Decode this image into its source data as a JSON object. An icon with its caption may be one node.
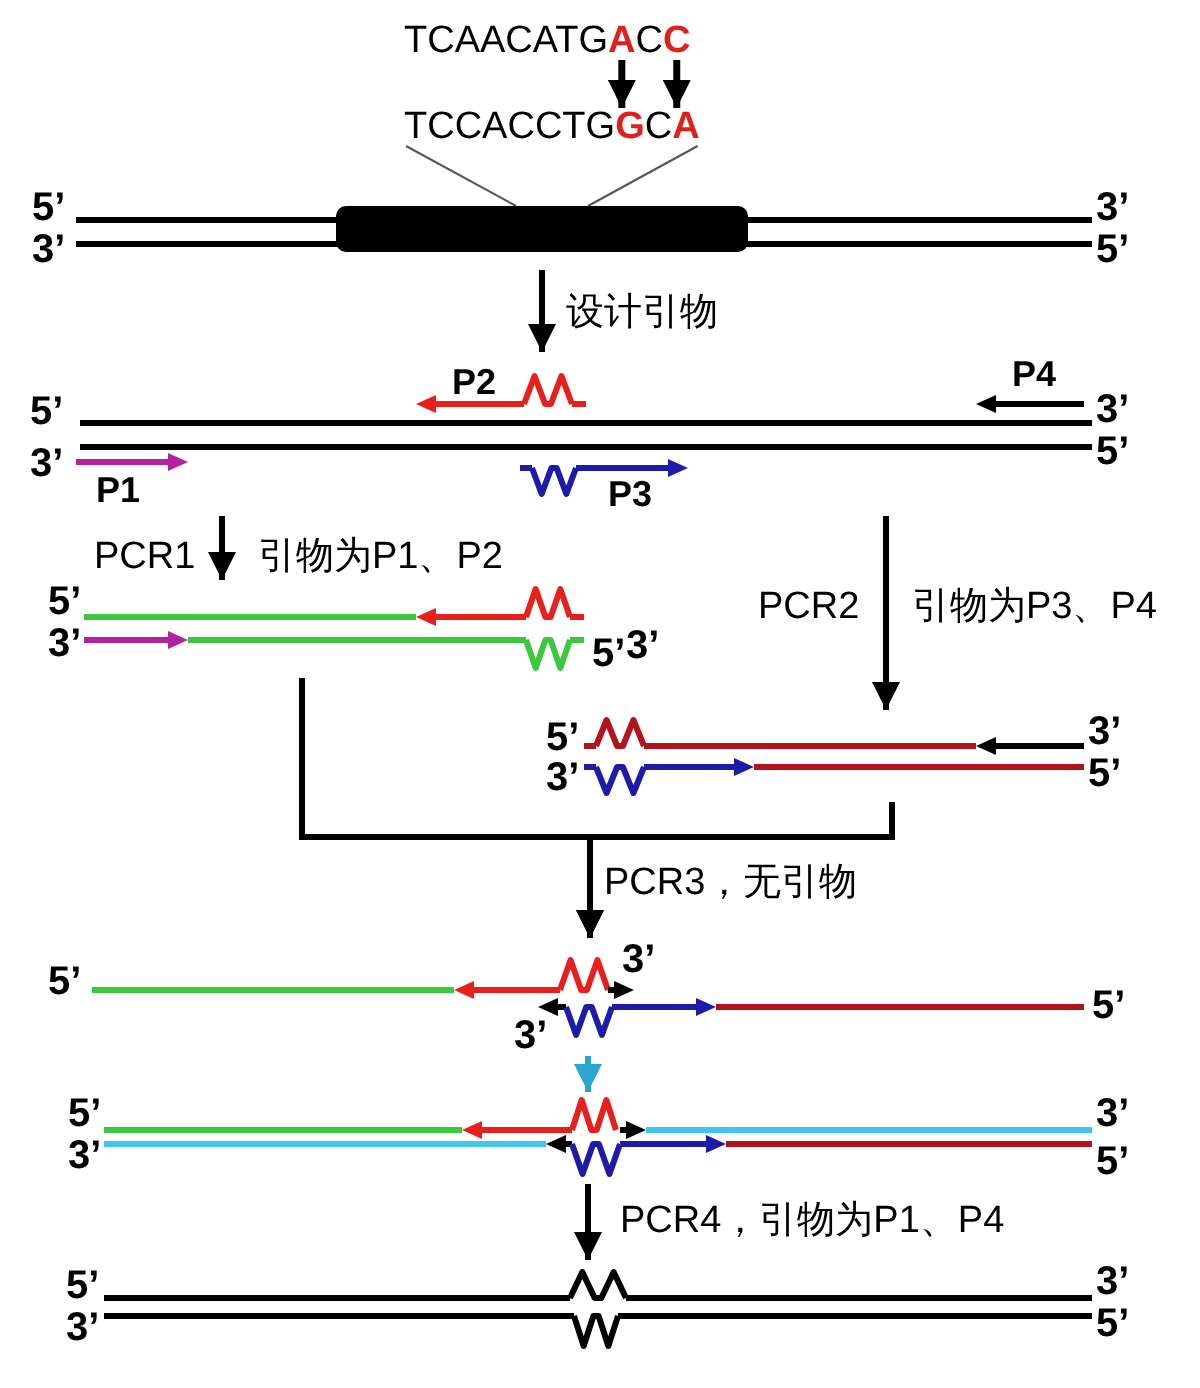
{
  "diagram": {
    "nodes": [
      {
        "text": [
          "TCAACATG**A**C**C**"
        ]
      },
      {
        "text": [
          "TCCACCTG**G**C**A**"
        ]
      },
      {
        "text": [
          "5’",
          "3’",
          "3’",
          "5’"
        ]
      },
      {
        "text": [],
        "shape": "bar",
        "in": 2
      },
      {
        "text": [
          "5’",
          "3’",
          "3’",
          "5’"
        ]
      },
      {
        "text": [
          "P2"
        ]
      },
      {
        "text": [
          "P4"
        ]
      },
      {
        "text": [
          "P1"
        ]
      },
      {
        "text": [
          "P3"
        ]
      },
      {
        "text": [
          "5’",
          "3’",
          "5’",
          "3’"
        ]
      },
      {
        "text": [
          "5’",
          "3’",
          "3’",
          "5’"
        ]
      },
      {
        "text": [
          "5’",
          "3’",
          "3’",
          "5’"
        ]
      },
      {
        "text": [
          "5’",
          "3’",
          "3’",
          "5’"
        ]
      },
      {
        "text": [
          "5’",
          "3’",
          "3’",
          "5’"
        ]
      }
    ],
    "edges": [
      {
        "from": 0,
        "to": 1,
        "arrow": "to"
      },
      {
        "from": 0,
        "to": 1,
        "arrow": "to"
      },
      {
        "from": 1,
        "to": 3,
        "arrow": "none",
        "color": "#555555"
      },
      {
        "from": 1,
        "to": 3,
        "arrow": "none",
        "color": "#555555"
      },
      {
        "from": 2,
        "to": 4,
        "arrow": "to",
        "label": "设计引物"
      },
      {
        "from": 4,
        "to": 9,
        "arrow": "to",
        "label": "PCR1"
      },
      {
        "from": 4,
        "to": 10,
        "arrow": "to",
        "label": "PCR2"
      },
      {
        "from": 9,
        "to": 11,
        "arrow": "to",
        "label": "PCR3，无引物"
      },
      {
        "from": 10,
        "to": 11,
        "arrow": "to"
      },
      {
        "from": 11,
        "to": 12,
        "arrow": "to",
        "color": "#2aa6d0"
      },
      {
        "from": 12,
        "to": 13,
        "arrow": "to",
        "label": "PCR4，引物为P1、P4"
      }
    ],
    "labels": [
      "引物为P1、P2",
      "引物为P3、P4"
    ]
  }
}
